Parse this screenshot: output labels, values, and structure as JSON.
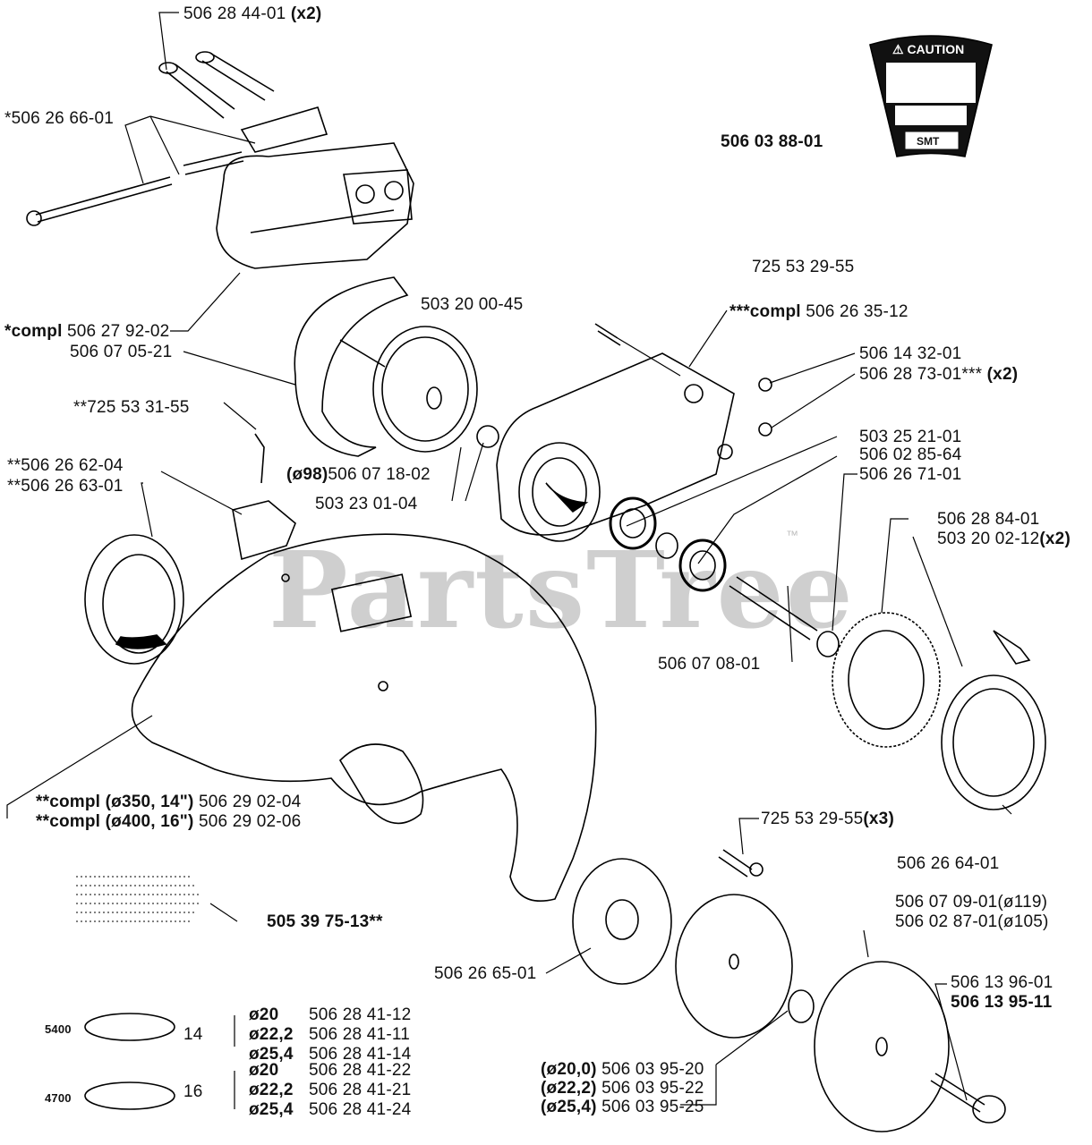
{
  "watermark": "PartsTree",
  "watermark_tm": "™",
  "caution_label": {
    "title": "⚠ CAUTION",
    "badge": "SMT"
  },
  "parts": {
    "p_506284401": "506 28 44-01",
    "p_506284401_qty": "(x2)",
    "p_506266601": "*506 26 66-01",
    "p_506038801": "506 03 88-01",
    "p_compl_506279202_a": "*compl",
    "p_compl_506279202_b": " 506 27 92-02",
    "p_506070521": "506 07 05-21",
    "p_503200045": "503 20 00-45",
    "p_725532955": "725 53 29-55",
    "p_compl_506263512_a": "***compl",
    "p_compl_506263512_b": " 506 26 35-12",
    "p_725533155": "**725 53 31-55",
    "p_506143201": "506 14 32-01",
    "p_506287301": "506 28 73-01***",
    "p_506287301_qty": " (x2)",
    "p_506266204": "**506 26 62-04",
    "p_506266301": "**506 26 63-01",
    "p_506071802_a": "(ø98)",
    "p_506071802_b": "506 07 18-02",
    "p_503230104": "503 23 01-04",
    "p_503252101": "503 25 21-01",
    "p_506028564": "506 02 85-64",
    "p_506267101": "506 26 71-01",
    "p_506288401": "506 28 84-01",
    "p_503200212": "503 20 02-12",
    "p_503200212_qty": "(x2)",
    "p_506070801": "506 07 08-01",
    "p_compl350_a": "**compl (ø350, 14\")",
    "p_compl350_b": " 506 29 02-04",
    "p_compl400_a": "**compl (ø400, 16\")",
    "p_compl400_b": " 506 29 02-06",
    "p_725532955x3": "725 53 29-55",
    "p_725532955x3_qty": "(x3)",
    "p_506266401": "506 26 64-01",
    "p_505397513": "505 39 75-13**",
    "p_506070901": "506 07 09-01(ø119)",
    "p_506028701": "506 02 87-01(ø105)",
    "p_506266501": "506 26 65-01",
    "p_506139601": "506 13 96-01",
    "p_506139511": "506 13 95-11",
    "p_506039520_a": "(ø20,0)",
    "p_506039520_b": " 506 03 95-20",
    "p_506039522_a": "(ø22,2)",
    "p_506039522_b": " 506 03 95-22",
    "p_506039525_a": "(ø25,4)",
    "p_506039525_b": " 506 03 95-25"
  },
  "blade_table": {
    "rpm_14": "5400",
    "rpm_16": "4700",
    "size_14": "14",
    "size_16": "16",
    "rows_14": [
      {
        "bore": "ø20",
        "part": "506 28 41-12"
      },
      {
        "bore": "ø22,2",
        "part": "506 28 41-11"
      },
      {
        "bore": "ø25,4",
        "part": "506 28 41-14"
      }
    ],
    "rows_16": [
      {
        "bore": "ø20",
        "part": "506 28 41-22"
      },
      {
        "bore": "ø22,2",
        "part": "506 28 41-21"
      },
      {
        "bore": "ø25,4",
        "part": "506 28 41-24"
      }
    ]
  }
}
